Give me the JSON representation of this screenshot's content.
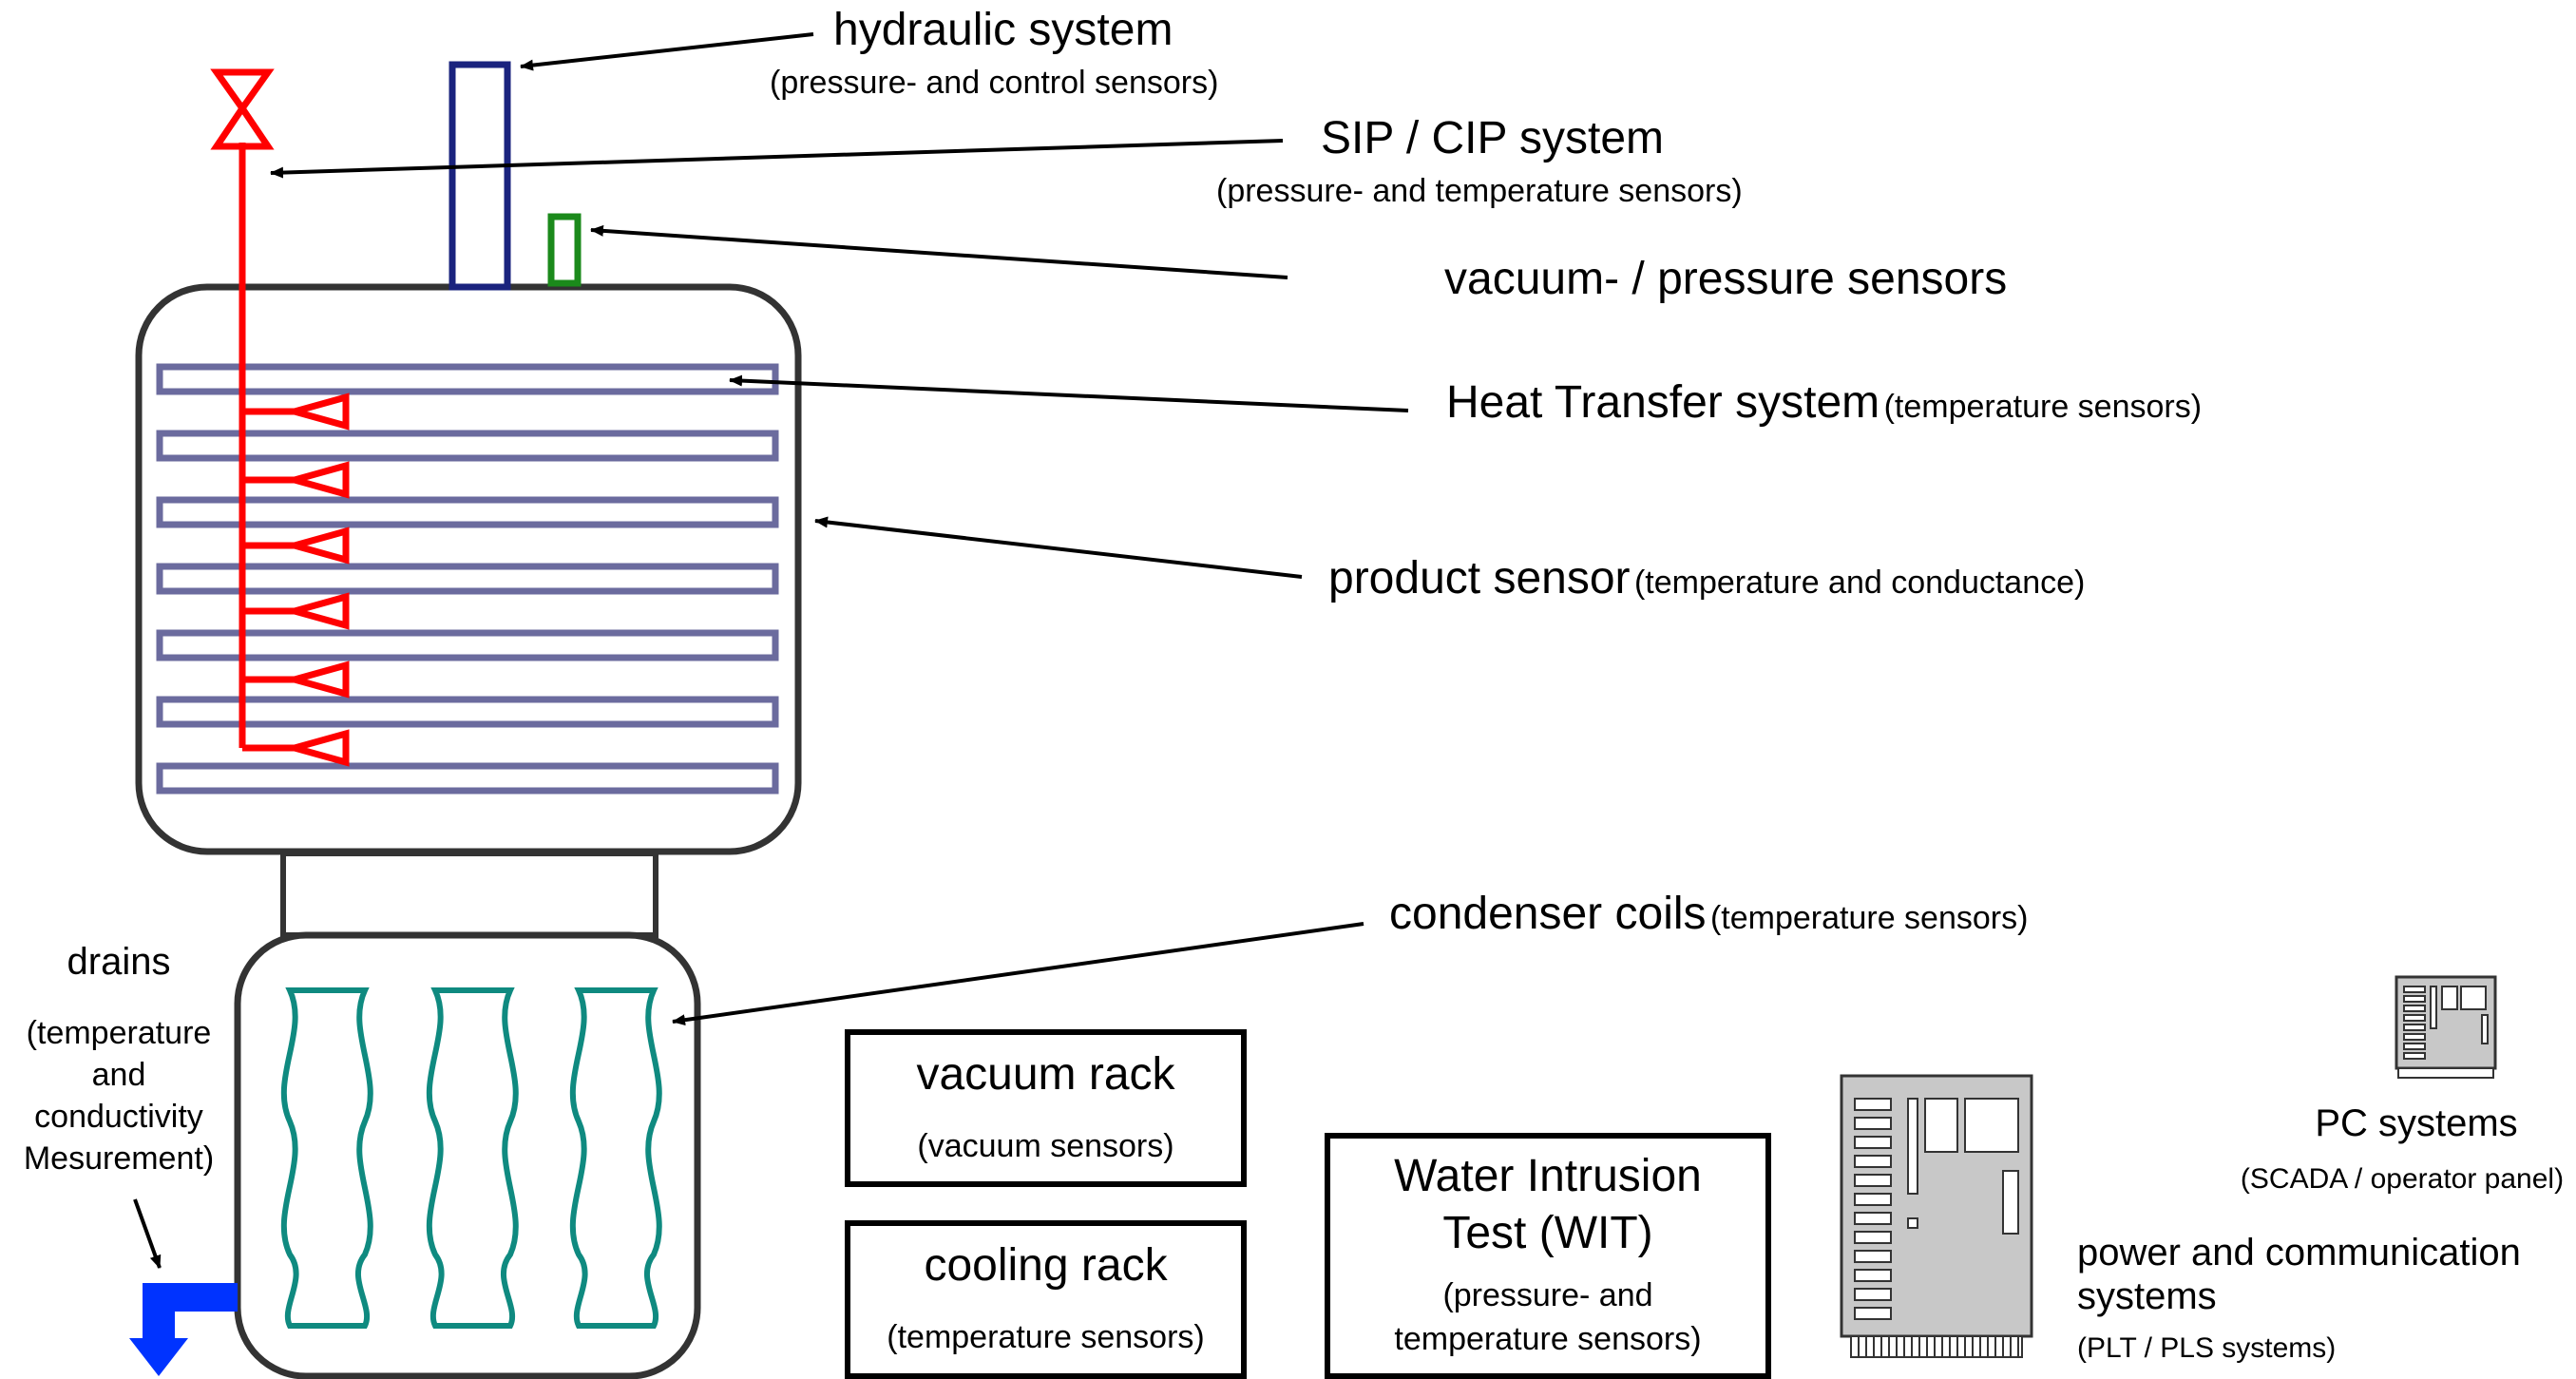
{
  "labels": {
    "hydraulic_title": "hydraulic system",
    "hydraulic_sub": "(pressure- and control sensors)",
    "sip_title": "SIP / CIP system",
    "sip_sub": "(pressure- and temperature sensors)",
    "vacuum_pressure": "vacuum- / pressure sensors",
    "heat_title": "Heat Transfer system",
    "heat_sub": "(temperature sensors)",
    "product_title": "product sensor",
    "product_sub": "(temperature and conductance)",
    "condenser_title": "condenser coils",
    "condenser_sub": "(temperature sensors)",
    "drains_title": "drains",
    "drains_sub_1": "(temperature",
    "drains_sub_2": "and",
    "drains_sub_3": "conductivity",
    "drains_sub_4": "Mesurement)",
    "vacuum_rack_title": "vacuum rack",
    "vacuum_rack_sub": "(vacuum sensors)",
    "cooling_rack_title": "cooling rack",
    "cooling_rack_sub": "(temperature sensors)",
    "wit_title_1": "Water Intrusion",
    "wit_title_2": "Test (WIT)",
    "wit_sub_1": "(pressure- and",
    "wit_sub_2": "temperature sensors)",
    "pc_title": "PC systems",
    "pc_sub": "(SCADA / operator panel)",
    "power_title_1": "power and communication",
    "power_title_2": "systems",
    "power_sub": "(PLT / PLS systems)"
  },
  "colors": {
    "sip_line": "#ff0000",
    "hydraulic": "#1a237e",
    "vacuum_sensor": "#1b8a1b",
    "shelves": "#6b6b9e",
    "condenser": "#0f8a80",
    "drain": "#0033ff",
    "cabinet": "#c8c8c8"
  },
  "icons": [
    "valve-icon",
    "drain-arrow-icon",
    "server-cabinet-icon",
    "pc-icon"
  ]
}
